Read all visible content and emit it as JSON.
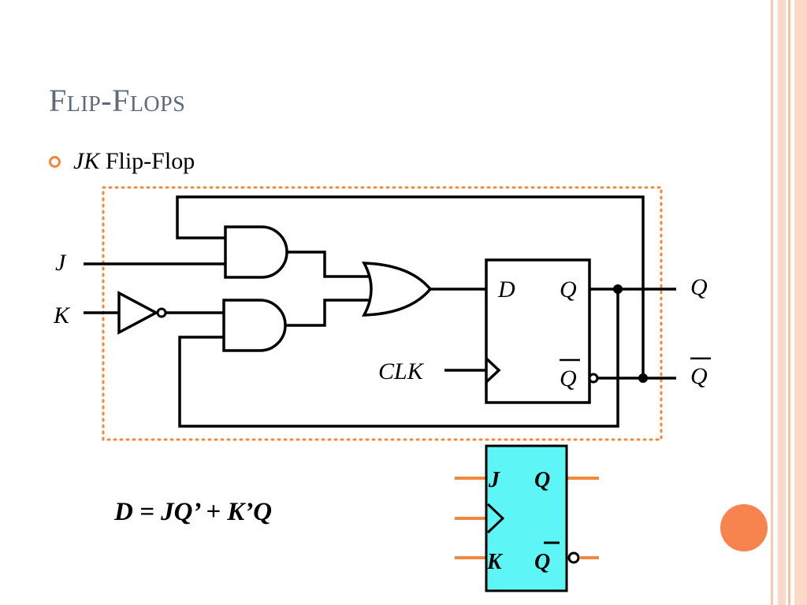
{
  "title": "Flip-Flops",
  "bullet": {
    "italic": "JK",
    "text": " Flip-Flop"
  },
  "circuit": {
    "input_j": "J",
    "input_k": "K",
    "clk_label": "CLK",
    "d_label": "D",
    "q_label": "Q",
    "qbar_label": "Q",
    "out_q": "Q",
    "out_qbar": "Q"
  },
  "symbol": {
    "j": "J",
    "k": "K",
    "q": "Q",
    "qbar": "Q",
    "fill": "#5ef5f7",
    "pin_color": "#f0883e"
  },
  "equation": "D = JQ’ + K’Q",
  "colors": {
    "title": "#5e6a78",
    "accent": "#f0883e",
    "dot": "#f7834f",
    "side_bar": "#f9c9ad"
  }
}
